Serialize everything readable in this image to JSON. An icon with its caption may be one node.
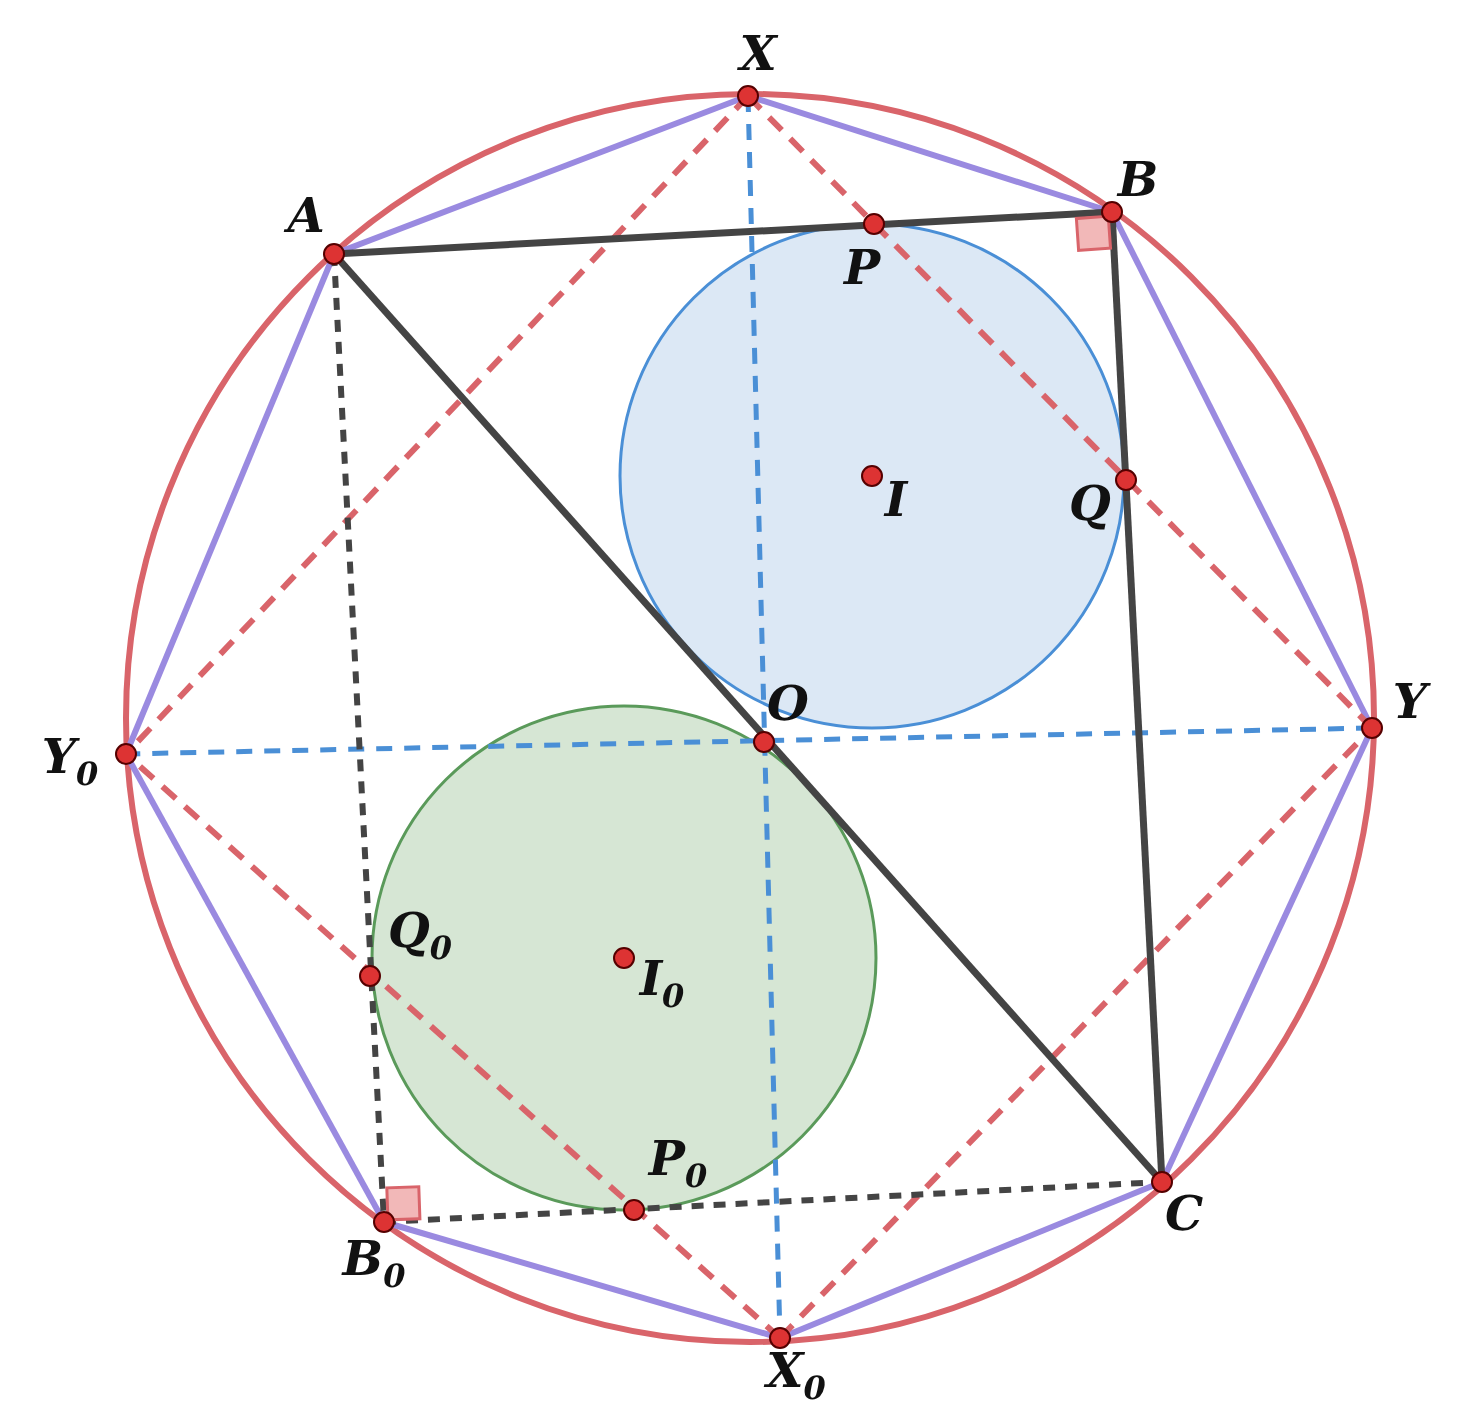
{
  "diagram": {
    "labels": [
      "X",
      "A",
      "B",
      "P",
      "I",
      "Q",
      "O",
      "Y",
      "Y$_{0}$",
      "Q$_{0}$",
      "I$_{0}$",
      "P$_{0}$",
      "C",
      "B$_{0}$",
      "X$_{0}$"
    ]
  }
}
